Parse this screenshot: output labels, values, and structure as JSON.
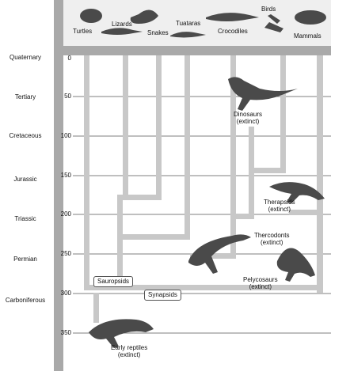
{
  "periods": [
    "Quaternary",
    "Tertiary",
    "Cretaceous",
    "Jurassic",
    "Triassic",
    "Permian",
    "Carboniferous"
  ],
  "ticks": [
    "0",
    "50",
    "100",
    "150",
    "200",
    "250",
    "300",
    "350"
  ],
  "top_groups": [
    "Turtles",
    "Lizards",
    "Snakes",
    "Tuataras",
    "Crocodiles",
    "Birds",
    "Mammals"
  ],
  "extinct": {
    "dinosaurs": [
      "Dinosaurs",
      "(extinct)"
    ],
    "therapsids": [
      "Therapsids",
      "(extinct)"
    ],
    "therocodonts": [
      "Thercodonts",
      "(extinct)"
    ],
    "pelycosaurs": [
      "Pelycosaurs",
      "(extinct)"
    ],
    "early_reptiles": [
      "Early reptiles",
      "(extinct)"
    ]
  },
  "clades": {
    "sauropsids": "Sauropsids",
    "synapsids": "Synapsids"
  },
  "colors": {
    "axis_bar": "#a9a9a9",
    "header_bg": "#efefef",
    "branch": "#c8c8c8",
    "line": "#555555"
  }
}
